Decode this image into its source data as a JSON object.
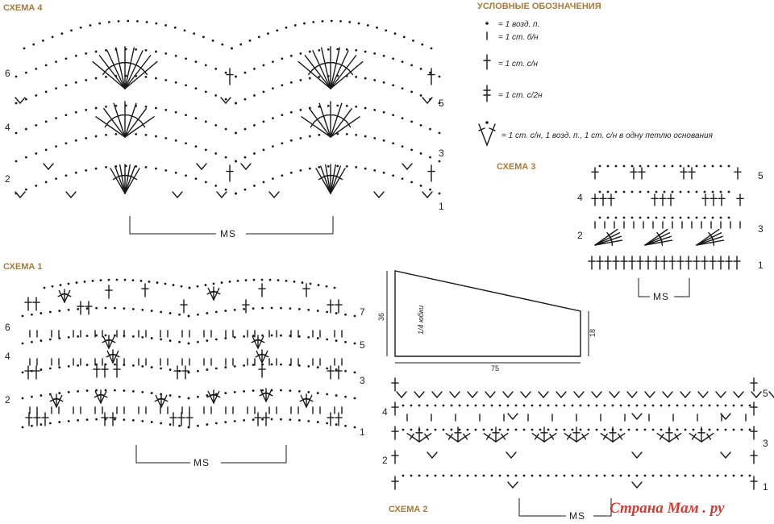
{
  "scheme4": {
    "title": "СХЕМА 4",
    "rows_left": [
      "6",
      "4",
      "2"
    ],
    "rows_right": [
      "5",
      "3",
      "1"
    ],
    "repeat_label": "MS"
  },
  "legend": {
    "title": "УСЛОВНЫЕ ОБОЗНАЧЕНИЯ",
    "items": [
      {
        "icon": "chain-stitch-icon",
        "text": "= 1 возд. п."
      },
      {
        "icon": "single-crochet-icon",
        "text": "= 1 ст. б/н"
      },
      {
        "icon": "double-crochet-icon",
        "text": "= 1 ст. с/н"
      },
      {
        "icon": "half-double-crochet-icon",
        "text": "= 1 ст. с/2н"
      },
      {
        "icon": "v-stitch-icon",
        "text": "= 1 ст. с/н, 1 возд. п., 1 ст. с/н в одну петлю основания"
      }
    ]
  },
  "scheme3": {
    "title": "СХЕМА 3",
    "rows_left": [
      "4",
      "2"
    ],
    "rows_right": [
      "5",
      "3",
      "1"
    ],
    "repeat_label": "MS"
  },
  "scheme1": {
    "title": "СХЕМА 1",
    "rows_left": [
      "6",
      "4",
      "2"
    ],
    "rows_right": [
      "7",
      "5",
      "3",
      "1"
    ],
    "repeat_label": "MS"
  },
  "pattern": {
    "label": "1/4 юбки",
    "height_left": "36",
    "height_right": "18",
    "width": "75"
  },
  "scheme2": {
    "title": "СХЕМА 2",
    "rows_left": [
      "4",
      "2"
    ],
    "rows_right": [
      "5",
      "3",
      "1"
    ],
    "repeat_label": "MS"
  },
  "watermark": "Страна Мам . ру"
}
